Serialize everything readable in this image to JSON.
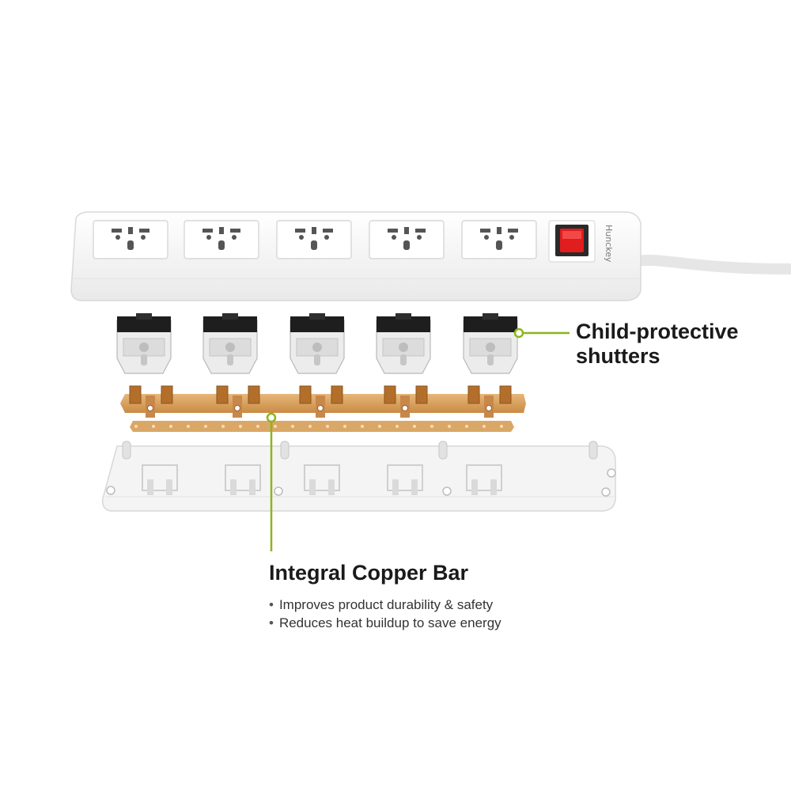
{
  "brand_mark": "Hunckey",
  "callouts": {
    "shutters": {
      "title_line1": "Child-protective",
      "title_line2": "shutters"
    },
    "copper_bar": {
      "title": "Integral Copper Bar",
      "bullets": [
        "Improves product durability & safety",
        "Reduces heat buildup to save energy"
      ]
    }
  },
  "colors": {
    "accent_line": "#8db51d",
    "switch_red": "#e11d1d",
    "copper": "#d9a25f",
    "shell_white": "#f7f7f7",
    "shutter_black": "#1e1e1e"
  }
}
